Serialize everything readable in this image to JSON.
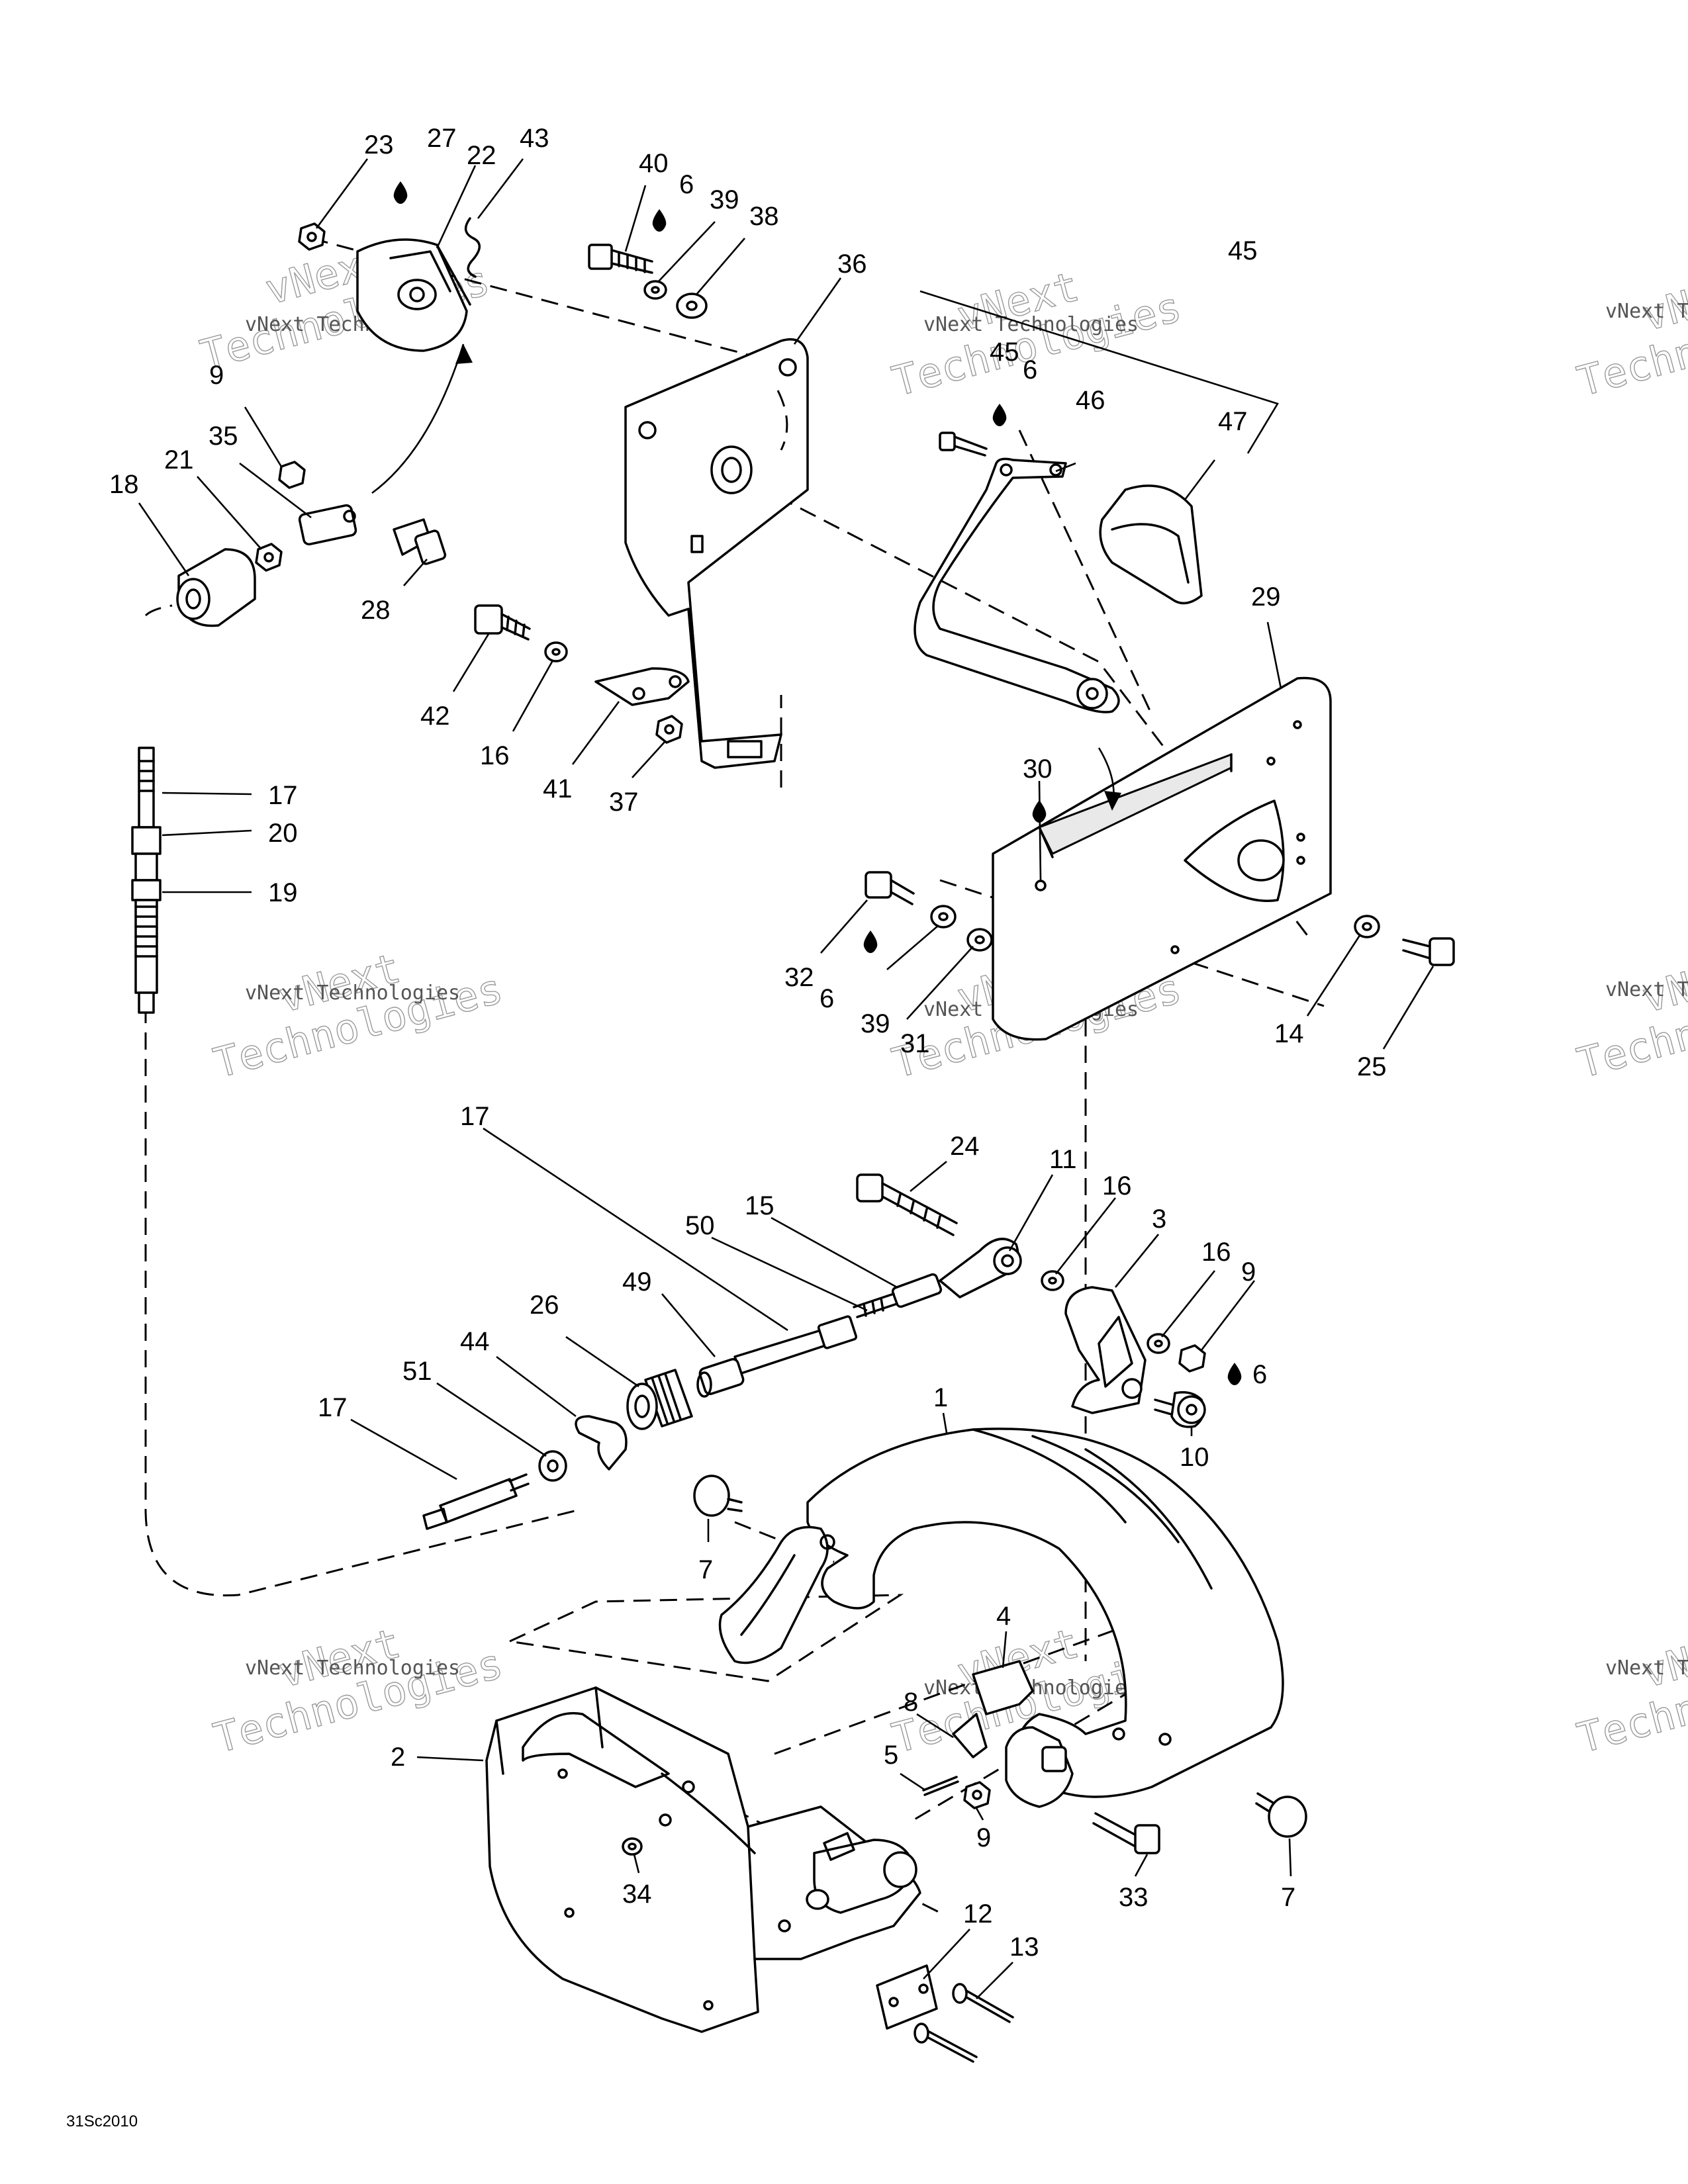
{
  "callouts": [
    {
      "id": "c23",
      "text": "23"
    },
    {
      "id": "c27",
      "text": "27"
    },
    {
      "id": "c22",
      "text": "22"
    },
    {
      "id": "c43",
      "text": "43"
    },
    {
      "id": "c40",
      "text": "40"
    },
    {
      "id": "c6a",
      "text": "6"
    },
    {
      "id": "c39a",
      "text": "39"
    },
    {
      "id": "c38",
      "text": "38"
    },
    {
      "id": "c36",
      "text": "36"
    },
    {
      "id": "c45a",
      "text": "45"
    },
    {
      "id": "c45b",
      "text": "45"
    },
    {
      "id": "c6b",
      "text": "6"
    },
    {
      "id": "c46",
      "text": "46"
    },
    {
      "id": "c47",
      "text": "47"
    },
    {
      "id": "c9a",
      "text": "9"
    },
    {
      "id": "c35",
      "text": "35"
    },
    {
      "id": "c21",
      "text": "21"
    },
    {
      "id": "c18",
      "text": "18"
    },
    {
      "id": "c28",
      "text": "28"
    },
    {
      "id": "c42",
      "text": "42"
    },
    {
      "id": "c16a",
      "text": "16"
    },
    {
      "id": "c41",
      "text": "41"
    },
    {
      "id": "c37",
      "text": "37"
    },
    {
      "id": "c29",
      "text": "29"
    },
    {
      "id": "c30",
      "text": "30"
    },
    {
      "id": "c17a",
      "text": "17"
    },
    {
      "id": "c20",
      "text": "20"
    },
    {
      "id": "c19",
      "text": "19"
    },
    {
      "id": "c32",
      "text": "32"
    },
    {
      "id": "c6c",
      "text": "6"
    },
    {
      "id": "c39b",
      "text": "39"
    },
    {
      "id": "c31",
      "text": "31"
    },
    {
      "id": "c14",
      "text": "14"
    },
    {
      "id": "c25",
      "text": "25"
    },
    {
      "id": "c17b",
      "text": "17"
    },
    {
      "id": "c24",
      "text": "24"
    },
    {
      "id": "c11",
      "text": "11"
    },
    {
      "id": "c50",
      "text": "50"
    },
    {
      "id": "c15",
      "text": "15"
    },
    {
      "id": "c16b",
      "text": "16"
    },
    {
      "id": "c3",
      "text": "3"
    },
    {
      "id": "c49",
      "text": "49"
    },
    {
      "id": "c26",
      "text": "26"
    },
    {
      "id": "c16c",
      "text": "16"
    },
    {
      "id": "c9b",
      "text": "9"
    },
    {
      "id": "c44",
      "text": "44"
    },
    {
      "id": "c51",
      "text": "51"
    },
    {
      "id": "c6d",
      "text": "6"
    },
    {
      "id": "c17c",
      "text": "17"
    },
    {
      "id": "c1",
      "text": "1"
    },
    {
      "id": "c10",
      "text": "10"
    },
    {
      "id": "c7a",
      "text": "7"
    },
    {
      "id": "c4",
      "text": "4"
    },
    {
      "id": "c8",
      "text": "8"
    },
    {
      "id": "c2",
      "text": "2"
    },
    {
      "id": "c5",
      "text": "5"
    },
    {
      "id": "c9c",
      "text": "9"
    },
    {
      "id": "c33",
      "text": "33"
    },
    {
      "id": "c7b",
      "text": "7"
    },
    {
      "id": "c34",
      "text": "34"
    },
    {
      "id": "c12",
      "text": "12"
    },
    {
      "id": "c13",
      "text": "13"
    }
  ],
  "watermarks": {
    "brand": "vNext",
    "company": "vNext Technologies",
    "big": "Technologies"
  },
  "figure_code": "31Sc2010",
  "colors": {
    "ink": "#000000",
    "paper": "#ffffff",
    "watermark": "#9a9a9a"
  },
  "icons": {
    "lubricant": "oil-drop-icon"
  }
}
